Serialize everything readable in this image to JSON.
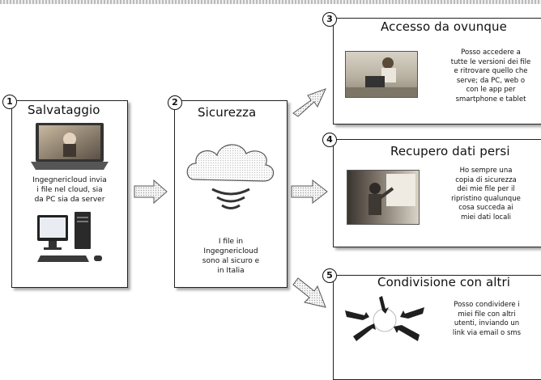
{
  "steps": [
    {
      "number": "1",
      "title": "Salvataggio",
      "desc": [
        "Ingegnericloud invia",
        "i file nel cloud, sia",
        "da PC sia da server"
      ]
    },
    {
      "number": "2",
      "title": "Sicurezza",
      "desc": [
        "I file in",
        "Ingegnericloud",
        "sono al sicuro e",
        "in Italia"
      ]
    },
    {
      "number": "3",
      "title": "Accesso da ovunque",
      "desc": [
        "Posso accedere a",
        "tutte le versioni dei file",
        "e ritrovare quello che",
        "serve; da PC, web o",
        "con le app per",
        "smartphone e tablet"
      ]
    },
    {
      "number": "4",
      "title": "Recupero dati persi",
      "desc": [
        "Ho sempre una",
        "copia di sicurezza",
        "dei mie file per il",
        "ripristino qualunque",
        "cosa succeda ai",
        "miei dati locali"
      ]
    },
    {
      "number": "5",
      "title": "Condivisione con altri",
      "desc": [
        "Posso condividere i",
        "miei file con altri",
        "utenti, inviando un",
        "link via email o sms"
      ]
    }
  ]
}
